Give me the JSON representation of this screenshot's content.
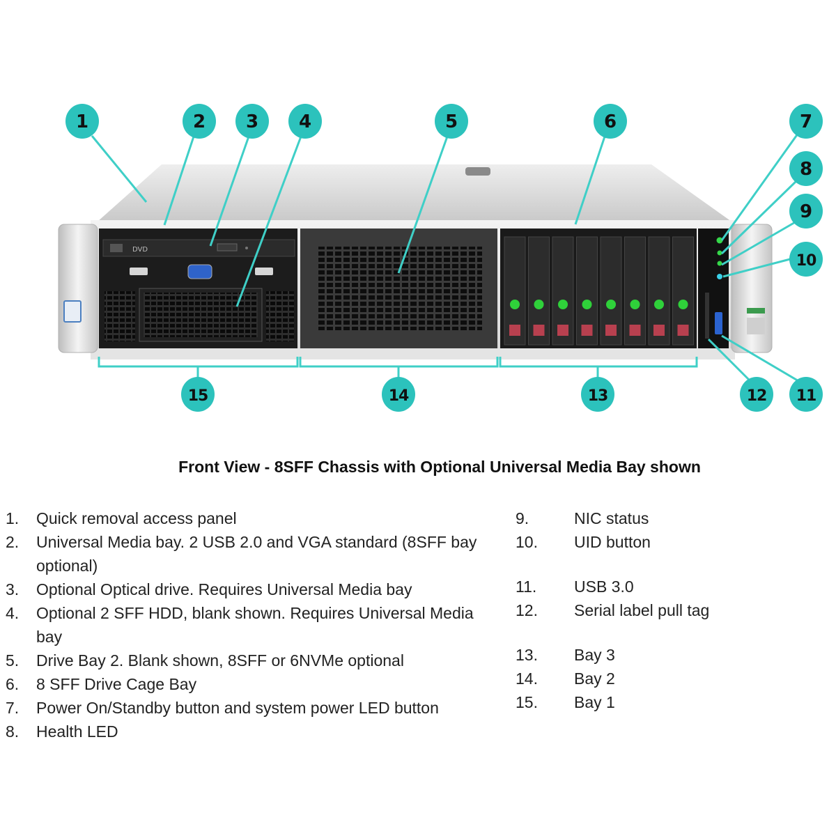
{
  "caption": "Front View - 8SFF Chassis with Optional Universal Media Bay shown",
  "colors": {
    "callout": "#2cc2bc",
    "callout_line": "#3fcfc7",
    "chassis": "#d9d9d9",
    "bezel": "#2a2a2a",
    "drive_led": "#2fd13a",
    "drive_tag": "#b8404f",
    "uid_led": "#3ad0e8"
  },
  "callouts": [
    {
      "n": "1"
    },
    {
      "n": "2"
    },
    {
      "n": "3"
    },
    {
      "n": "4"
    },
    {
      "n": "5"
    },
    {
      "n": "6"
    },
    {
      "n": "7"
    },
    {
      "n": "8"
    },
    {
      "n": "9"
    },
    {
      "n": "10"
    },
    {
      "n": "11"
    },
    {
      "n": "12"
    },
    {
      "n": "13"
    },
    {
      "n": "14"
    },
    {
      "n": "15"
    }
  ],
  "server": {
    "optical_drive_label": "DVD",
    "drive_bays": 8
  },
  "legend_left": [
    {
      "n": "1.",
      "t": "Quick removal access panel"
    },
    {
      "n": "2.",
      "t": "Universal Media bay. 2 USB 2.0 and VGA standard (8SFF bay optional)"
    },
    {
      "n": "3.",
      "t": "Optional Optical drive. Requires Universal Media bay"
    },
    {
      "n": "4.",
      "t": "Optional 2 SFF HDD, blank shown. Requires Universal Media bay"
    },
    {
      "n": "5.",
      "t": "Drive Bay 2. Blank shown, 8SFF or 6NVMe optional"
    },
    {
      "n": "6.",
      "t": "8 SFF Drive Cage Bay"
    },
    {
      "n": "7.",
      "t": "Power On/Standby button and system power LED button"
    },
    {
      "n": "8.",
      "t": "Health LED"
    }
  ],
  "legend_right": [
    {
      "n": "9.",
      "t": "NIC status"
    },
    {
      "n": "10.",
      "t": "UID button"
    },
    {
      "n": "11.",
      "t": "USB 3.0"
    },
    {
      "n": "12.",
      "t": "Serial label pull tag"
    },
    {
      "n": "13.",
      "t": "Bay 3"
    },
    {
      "n": "14.",
      "t": "Bay 2"
    },
    {
      "n": "15.",
      "t": "Bay 1"
    }
  ]
}
